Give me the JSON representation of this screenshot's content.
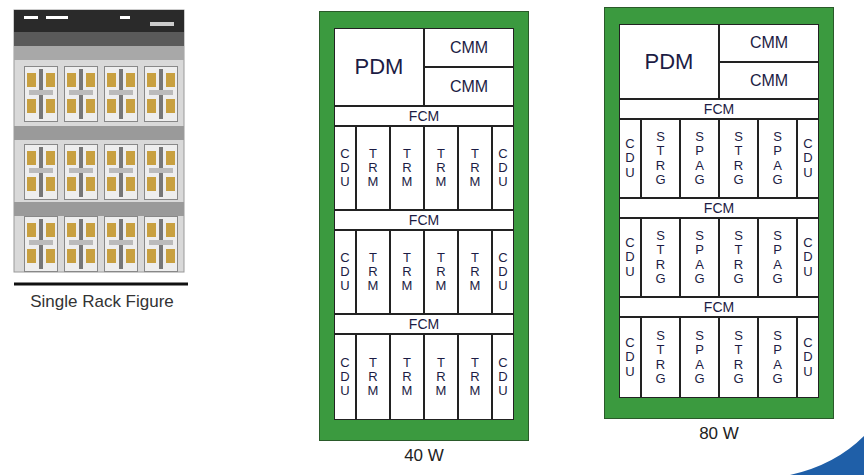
{
  "diagram": {
    "nodes": [
      {
        "text": [
          "40 W"
        ]
      },
      {
        "text": [
          "PDM"
        ],
        "in": 0
      },
      {
        "text": [
          "CMM"
        ],
        "in": 0
      },
      {
        "text": [
          "CMM"
        ],
        "in": 0
      },
      {
        "text": [
          "FCM"
        ],
        "in": 0
      },
      {
        "text": [
          "CDU"
        ],
        "in": 0
      },
      {
        "text": [
          "TRM"
        ],
        "in": 0
      },
      {
        "text": [
          "TRM"
        ],
        "in": 0
      },
      {
        "text": [
          "TRM"
        ],
        "in": 0
      },
      {
        "text": [
          "TRM"
        ],
        "in": 0
      },
      {
        "text": [
          "CDU"
        ],
        "in": 0
      },
      {
        "text": [
          "FCM"
        ],
        "in": 0
      },
      {
        "text": [
          "CDU"
        ],
        "in": 0
      },
      {
        "text": [
          "TRM"
        ],
        "in": 0
      },
      {
        "text": [
          "TRM"
        ],
        "in": 0
      },
      {
        "text": [
          "TRM"
        ],
        "in": 0
      },
      {
        "text": [
          "TRM"
        ],
        "in": 0
      },
      {
        "text": [
          "CDU"
        ],
        "in": 0
      },
      {
        "text": [
          "FCM"
        ],
        "in": 0
      },
      {
        "text": [
          "CDU"
        ],
        "in": 0
      },
      {
        "text": [
          "TRM"
        ],
        "in": 0
      },
      {
        "text": [
          "TRM"
        ],
        "in": 0
      },
      {
        "text": [
          "TRM"
        ],
        "in": 0
      },
      {
        "text": [
          "TRM"
        ],
        "in": 0
      },
      {
        "text": [
          "CDU"
        ],
        "in": 0
      },
      {
        "text": [
          "80 W"
        ]
      },
      {
        "text": [
          "PDM"
        ],
        "in": 25
      },
      {
        "text": [
          "CMM"
        ],
        "in": 25
      },
      {
        "text": [
          "CMM"
        ],
        "in": 25
      },
      {
        "text": [
          "FCM"
        ],
        "in": 25
      },
      {
        "text": [
          "CDU"
        ],
        "in": 25
      },
      {
        "text": [
          "STRG"
        ],
        "in": 25
      },
      {
        "text": [
          "SPAG"
        ],
        "in": 25
      },
      {
        "text": [
          "STRG"
        ],
        "in": 25
      },
      {
        "text": [
          "SPAG"
        ],
        "in": 25
      },
      {
        "text": [
          "CDU"
        ],
        "in": 25
      },
      {
        "text": [
          "FCM"
        ],
        "in": 25
      },
      {
        "text": [
          "CDU"
        ],
        "in": 25
      },
      {
        "text": [
          "STRG"
        ],
        "in": 25
      },
      {
        "text": [
          "SPAG"
        ],
        "in": 25
      },
      {
        "text": [
          "STRG"
        ],
        "in": 25
      },
      {
        "text": [
          "SPAG"
        ],
        "in": 25
      },
      {
        "text": [
          "CDU"
        ],
        "in": 25
      },
      {
        "text": [
          "FCM"
        ],
        "in": 25
      },
      {
        "text": [
          "CDU"
        ],
        "in": 25
      },
      {
        "text": [
          "STRG"
        ],
        "in": 25
      },
      {
        "text": [
          "SPAG"
        ],
        "in": 25
      },
      {
        "text": [
          "STRG"
        ],
        "in": 25
      },
      {
        "text": [
          "SPAG"
        ],
        "in": 25
      },
      {
        "text": [
          "CDU"
        ],
        "in": 25
      }
    ],
    "labels": [
      "Single Rack Figure"
    ]
  }
}
